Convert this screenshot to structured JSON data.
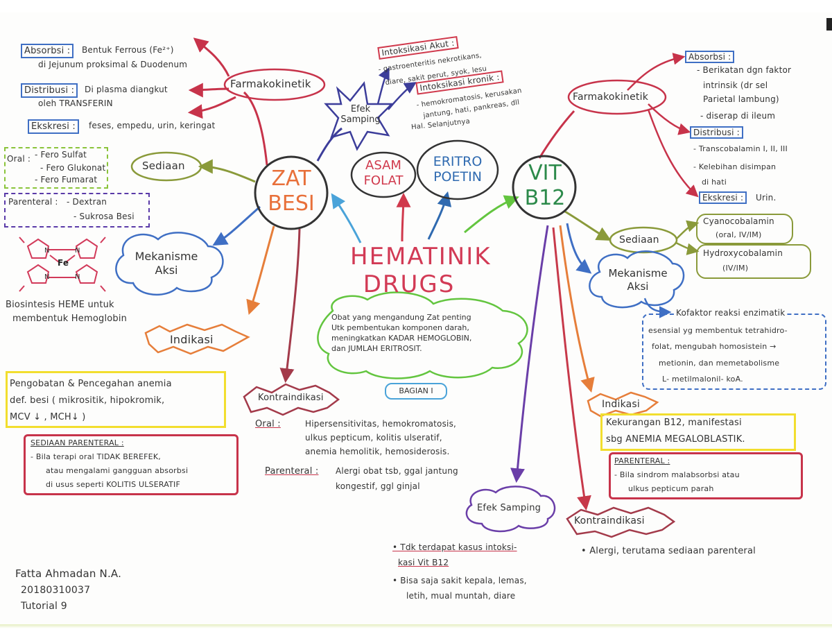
{
  "center": {
    "title_line1": "HEMATINIK",
    "title_line2": "DRUGS",
    "definition": [
      "Obat yang mengandung Zat penting",
      "Utk pembentukan komponen darah,",
      "meningkatkan KADAR HEMOGLOBIN,",
      "dan JUMLAH ERITROSIT."
    ],
    "part_label": "BAGIAN I"
  },
  "side_topics": {
    "asam_folat": [
      "ASAM",
      "FOLAT"
    ],
    "eritropoetin": [
      "ERITRO",
      "POETIN"
    ],
    "note": "Hal. Selanjutnya"
  },
  "zat_besi": {
    "title": [
      "ZAT",
      "BESI"
    ],
    "farmakokinetik": {
      "label": "Farmakokinetik",
      "absorbsi_tag": "Absorbsi :",
      "absorbsi_text": [
        "Bentuk Ferrous (Fe²⁺)",
        "di Jejunum proksimal & Duodenum"
      ],
      "distribusi_tag": "Distribusi :",
      "distribusi_text": [
        "Di plasma diangkut",
        "oleh TRANSFERIN"
      ],
      "ekskresi_tag": "Ekskresi :",
      "ekskresi_text": "feses, empedu, urin, keringat"
    },
    "sediaan": {
      "label": "Sediaan",
      "oral_tag": "Oral :",
      "oral_items": [
        "- Fero Sulfat",
        "- Fero Glukonat",
        "- Fero Fumarat"
      ],
      "parenteral_tag": "Parenteral :",
      "parenteral_items": [
        "- Dextran",
        "- Sukrosa Besi"
      ]
    },
    "mekanisme": {
      "label": [
        "Mekanisme",
        "Aksi"
      ],
      "heme_atom": "Fe",
      "heme_n": "N",
      "text": [
        "Biosintesis HEME untuk",
        "membentuk Hemoglobin"
      ]
    },
    "efek_samping": {
      "label": [
        "Efek",
        "Samping"
      ],
      "akut_tag": "Intoksikasi Akut :",
      "akut_text": [
        "- gastroenteritis nekrotikans,",
        "diare, sakit perut, syok, lesu"
      ],
      "kronik_tag": "Intoksikasi kronik :",
      "kronik_text": [
        "- hemokromatosis, kerusakan",
        "jantung, hati, pankreas, dll"
      ]
    },
    "indikasi": {
      "label": "Indikasi",
      "text": [
        "Pengobatan & Pencegahan anemia",
        "def. besi ( mikrositik, hipokromik,",
        "MCV ↓ , MCH↓ )"
      ],
      "parenteral_tag": "SEDIAAN PARENTERAL :",
      "parenteral_text": [
        "- Bila terapi oral TIDAK BEREFEK,",
        "atau mengalami gangguan absorbsi",
        "di usus seperti KOLITIS ULSERATIF"
      ]
    },
    "kontraindikasi": {
      "label": "Kontraindikasi",
      "oral_tag": "Oral :",
      "oral_text": [
        "Hipersensitivitas, hemokromatosis,",
        "ulkus pepticum, kolitis ulseratif,",
        "anemia hemolitik, hemosiderosis."
      ],
      "parenteral_tag": "Parenteral :",
      "parenteral_text": [
        "Alergi obat tsb, ggal jantung",
        "kongestif, ggl ginjal"
      ]
    }
  },
  "vit_b12": {
    "title": [
      "VIT",
      "B12"
    ],
    "farmakokinetik": {
      "label": "Farmakokinetik",
      "absorbsi_tag": "Absorbsi :",
      "absorbsi_text": [
        "- Berikatan dgn faktor",
        "intrinsik (dr sel",
        "Parietal lambung)",
        "- diserap di ileum"
      ],
      "distribusi_tag": "Distribusi :",
      "distribusi_text": [
        "- Transcobalamin I, II, III",
        "- Kelebihan disimpan",
        "di hati"
      ],
      "ekskresi_tag": "Ekskresi :",
      "ekskresi_text": "Urin."
    },
    "sediaan": {
      "label": "Sediaan",
      "items": [
        [
          "Cyanocobalamin",
          "(oral, IV/IM)"
        ],
        [
          "Hydroxycobalamin",
          "(IV/IM)"
        ]
      ]
    },
    "mekanisme": {
      "label": [
        "Mekanisme",
        "Aksi"
      ],
      "text": [
        "Kofaktor reaksi enzimatik",
        "esensial yg membentuk tetrahidro-",
        "folat, mengubah homosistein →",
        "metionin, dan memetabolisme",
        "L- metilmalonil- koA."
      ]
    },
    "indikasi": {
      "label": "Indikasi",
      "text": [
        "Kekurangan B12, manifestasi",
        "sbg ANEMIA MEGALOBLASTIK."
      ],
      "parenteral_tag": "PARENTERAL :",
      "parenteral_text": [
        "- Bila sindrom malabsorbsi atau",
        "ulkus pepticum parah"
      ]
    },
    "efek_samping": {
      "label": "Efek Samping",
      "items": [
        [
          "• Tdk terdapat kasus intoksi-",
          "kasi Vit B12"
        ],
        [
          "• Bisa saja sakit kepala, lemas,",
          "letih, mual muntah, diare"
        ]
      ]
    },
    "kontraindikasi": {
      "label": "Kontraindikasi",
      "text": "• Alergi, terutama sediaan parenteral"
    }
  },
  "author": {
    "name": "Fatta Ahmadan N.A.",
    "id": "20180310037",
    "group": "Tutorial 9"
  }
}
